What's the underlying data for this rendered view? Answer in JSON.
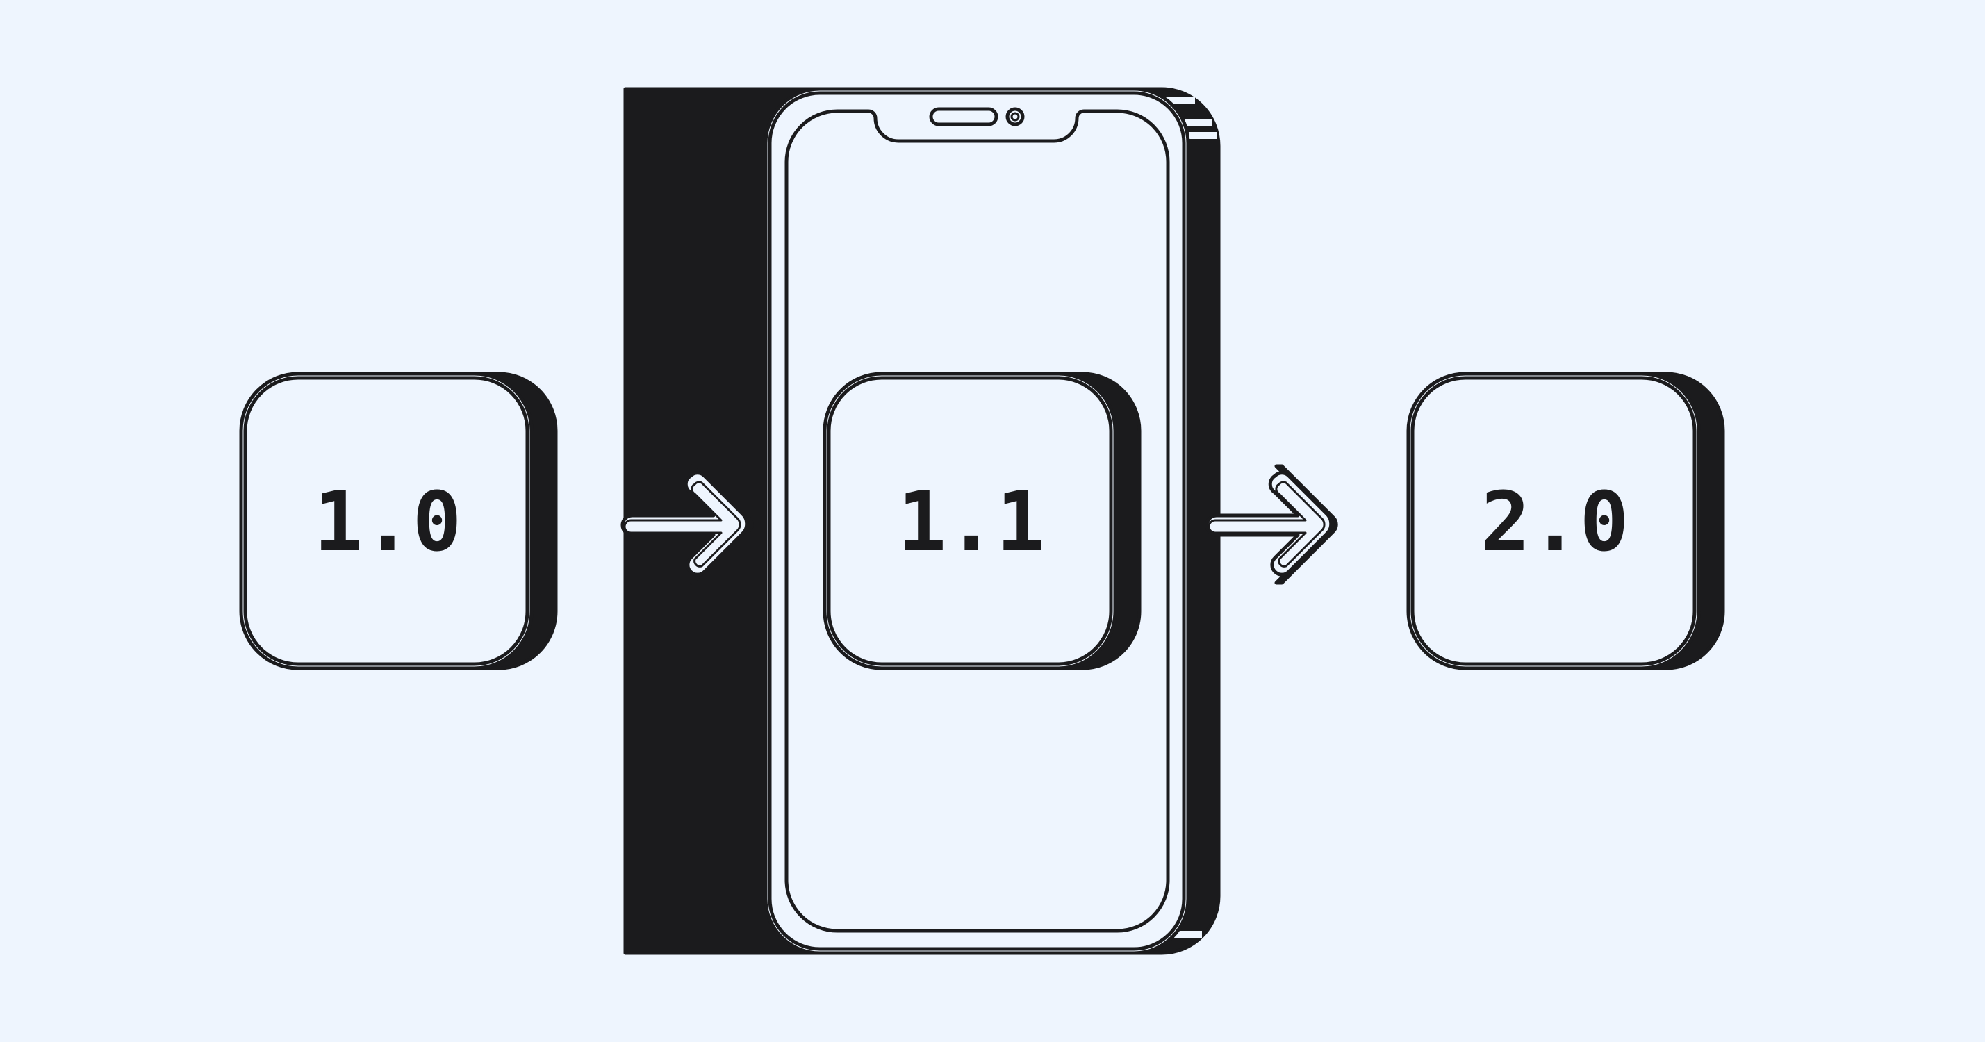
{
  "diagram": {
    "versions": [
      {
        "id": "v1",
        "label": "1.0"
      },
      {
        "id": "v2",
        "label": "1.1"
      },
      {
        "id": "v3",
        "label": "2.0"
      }
    ],
    "colors": {
      "background": "#eef5fe",
      "stroke": "#1b1b1d",
      "fill": "#eef5fe"
    },
    "icons": {
      "arrow_left": "arrow-right-icon",
      "arrow_right": "arrow-right-icon",
      "device": "smartphone-icon"
    }
  }
}
